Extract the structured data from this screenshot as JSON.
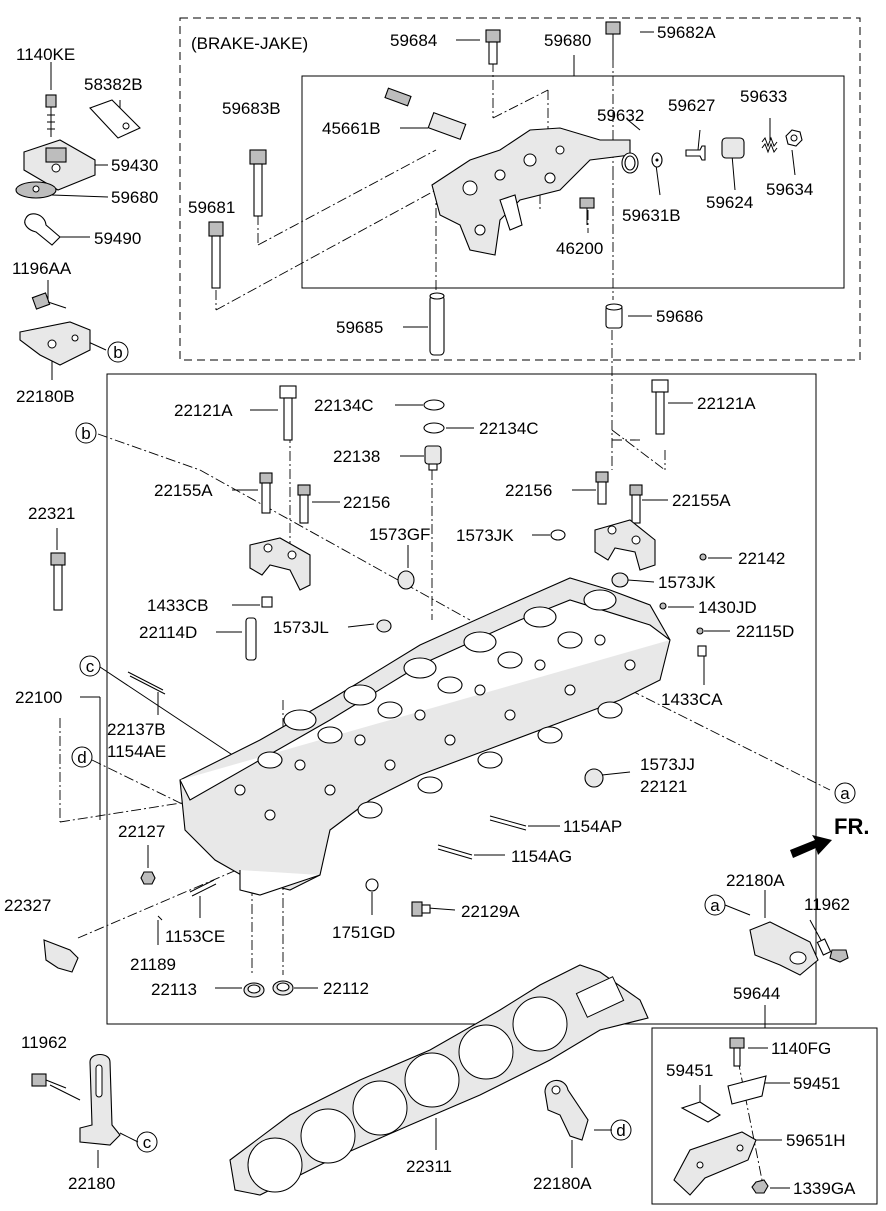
{
  "diagram": {
    "group_title": "(BRAKE-JAKE)",
    "front_label": "FR.",
    "callouts": [
      "a",
      "b",
      "c",
      "d"
    ],
    "labels": {
      "p1140KE": "1140KE",
      "p58382B": "58382B",
      "p59430": "59430",
      "p59680L": "59680",
      "p59490": "59490",
      "p1196AA": "1196AA",
      "p22180B": "22180B",
      "p59684": "59684",
      "p59680T": "59680",
      "p59682A": "59682A",
      "p59683B": "59683B",
      "p45661B": "45661B",
      "p59632": "59632",
      "p59627": "59627",
      "p59633": "59633",
      "p59681": "59681",
      "p59631B": "59631B",
      "p59624": "59624",
      "p59634": "59634",
      "p46200": "46200",
      "p59685": "59685",
      "p59686": "59686",
      "p22121AL": "22121A",
      "p22134C1": "22134C",
      "p22134C2": "22134C",
      "p22121AR": "22121A",
      "p22138": "22138",
      "p22155AL": "22155A",
      "p22156L": "22156",
      "p22156R": "22156",
      "p22155AR": "22155A",
      "p22321": "22321",
      "p1573GF": "1573GF",
      "p1573JK1": "1573JK",
      "p22142": "22142",
      "p1573JK2": "1573JK",
      "p1433CB": "1433CB",
      "p1430JD": "1430JD",
      "p22114D": "22114D",
      "p1573JL": "1573JL",
      "p22115D": "22115D",
      "p22100": "22100",
      "p22137B": "22137B",
      "p1154AE": "1154AE",
      "p1433CA": "1433CA",
      "p1573JJ": "1573JJ",
      "p22121": "22121",
      "p22127": "22127",
      "p1154AP": "1154AP",
      "p1154AG": "1154AG",
      "p22327": "22327",
      "p1153CE": "1153CE",
      "p1751GD": "1751GD",
      "p22129A": "22129A",
      "p22180A1": "22180A",
      "p11962R": "11962",
      "p21189": "21189",
      "p22113": "22113",
      "p22112": "22112",
      "p59644": "59644",
      "p11962L": "11962",
      "p1140FG": "1140FG",
      "p59451L": "59451",
      "p59451R": "59451",
      "p59651H": "59651H",
      "p22311": "22311",
      "p22180A2": "22180A",
      "p22180": "22180",
      "p1339GA": "1339GA"
    }
  }
}
